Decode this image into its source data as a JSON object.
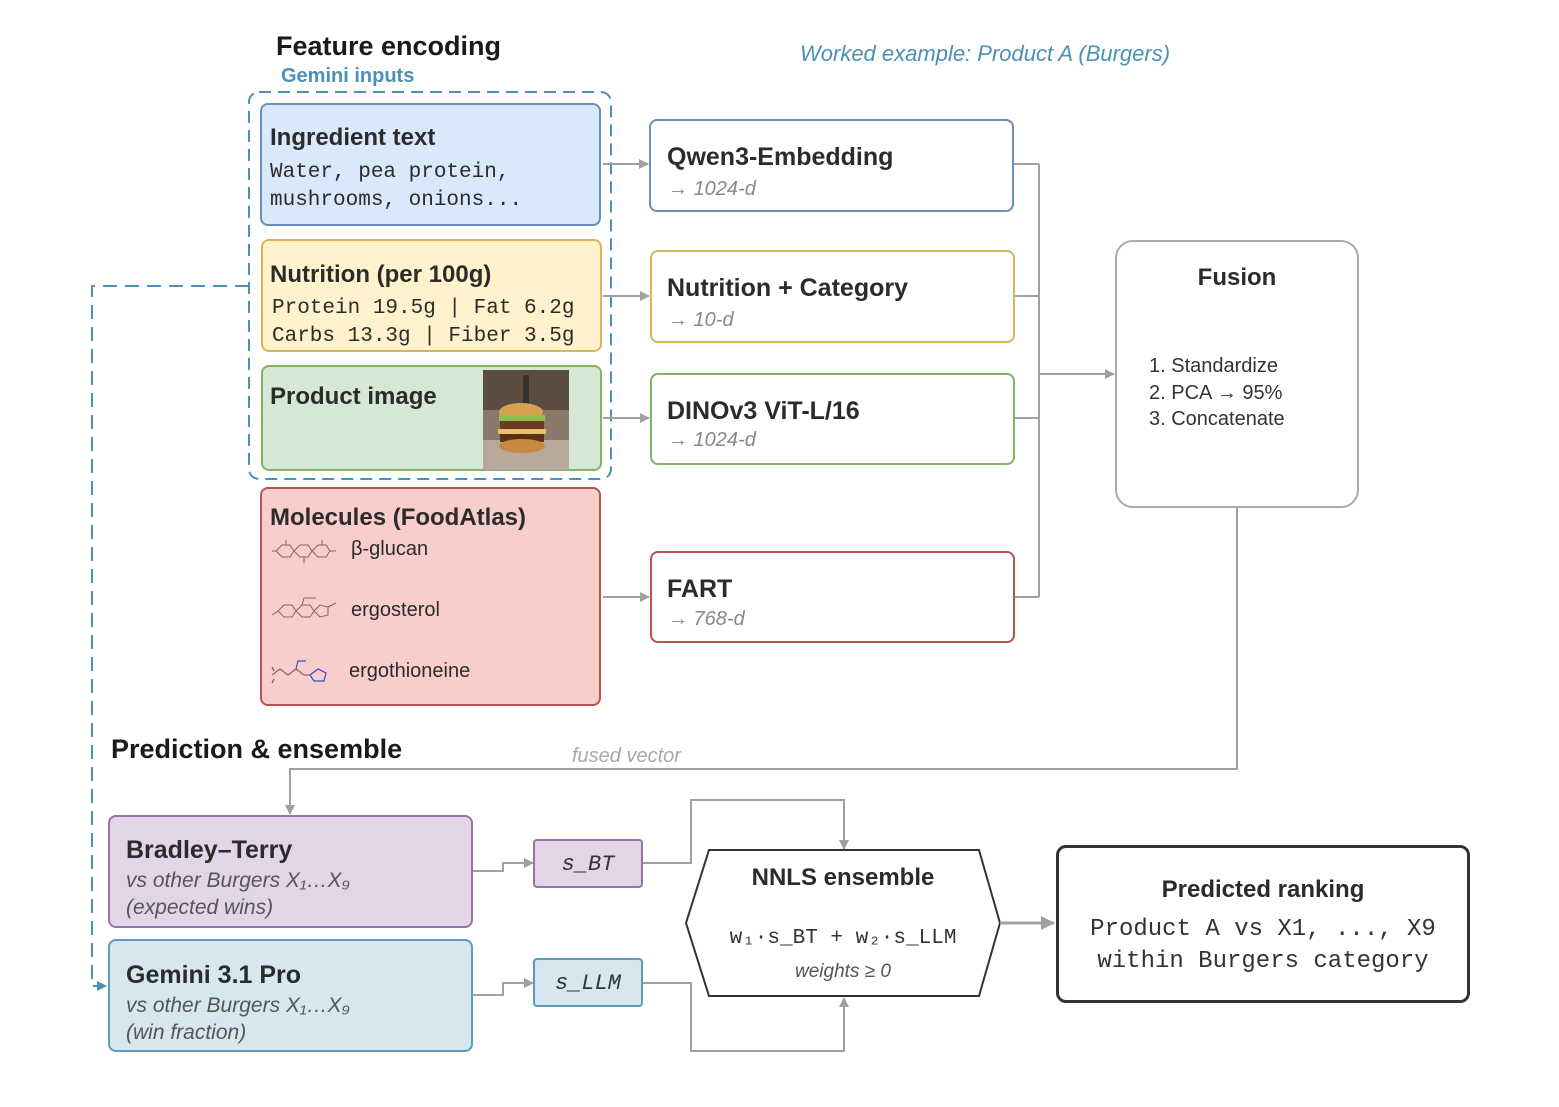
{
  "headings": {
    "feature_encoding": "Feature encoding",
    "gemini_inputs": "Gemini inputs",
    "worked_example": "Worked example: Product A (Burgers)",
    "prediction": "Prediction & ensemble"
  },
  "inputs": {
    "ingredient": {
      "title": "Ingredient text",
      "line1": "Water, pea protein,",
      "line2": "mushrooms, onions..."
    },
    "nutrition": {
      "title": "Nutrition (per 100g)",
      "line1": "Protein 19.5g | Fat 6.2g",
      "line2": "Carbs 13.3g | Fiber 3.5g"
    },
    "image": {
      "title": "Product image"
    },
    "molecules": {
      "title": "Molecules (FoodAtlas)",
      "items": [
        "β-glucan",
        "ergosterol",
        "ergothioneine"
      ]
    }
  },
  "encoders": {
    "qwen": {
      "title": "Qwen3-Embedding",
      "dim": "→ 1024-d"
    },
    "nutcat": {
      "title": "Nutrition + Category",
      "dim": "→ 10-d"
    },
    "dino": {
      "title": "DINOv3 ViT-L/16",
      "dim": "→ 1024-d"
    },
    "fart": {
      "title": "FART",
      "dim": "→ 768-d"
    }
  },
  "fusion": {
    "title": "Fusion",
    "steps": [
      "1. Standardize",
      "2. PCA → 95%",
      "3. Concatenate"
    ]
  },
  "fused_vector_label": "fused vector",
  "models": {
    "bt": {
      "title": "Bradley–Terry",
      "line1": "vs other Burgers X₁…X₉",
      "line2": "(expected wins)"
    },
    "gemini": {
      "title": "Gemini 3.1 Pro",
      "line1": "vs other Burgers X₁…X₉",
      "line2": "(win fraction)"
    }
  },
  "scores": {
    "bt": "s_BT",
    "llm": "s_LLM"
  },
  "ensemble": {
    "title": "NNLS ensemble",
    "formula": "w₁·s_BT + w₂·s_LLM",
    "constraint": "weights ≥ 0"
  },
  "output": {
    "title": "Predicted ranking",
    "line1": "Product A vs X1, ..., X9",
    "line2": "within Burgers category"
  },
  "colors": {
    "blue_fill": "#dae8fc",
    "blue_border": "#6c8ebf",
    "yellow_fill": "#fff2cc",
    "yellow_border": "#d6b656",
    "green_fill": "#d5e8d4",
    "green_border": "#82b366",
    "red_fill": "#f8cecc",
    "red_border": "#b85450",
    "purple_fill": "#e1d5e7",
    "purple_border": "#9673a6",
    "lightblue_fill": "#d6e7f0",
    "lightblue_border": "#5b9bbf",
    "accent": "#4a90b8",
    "arrow": "#a0a0a0"
  }
}
